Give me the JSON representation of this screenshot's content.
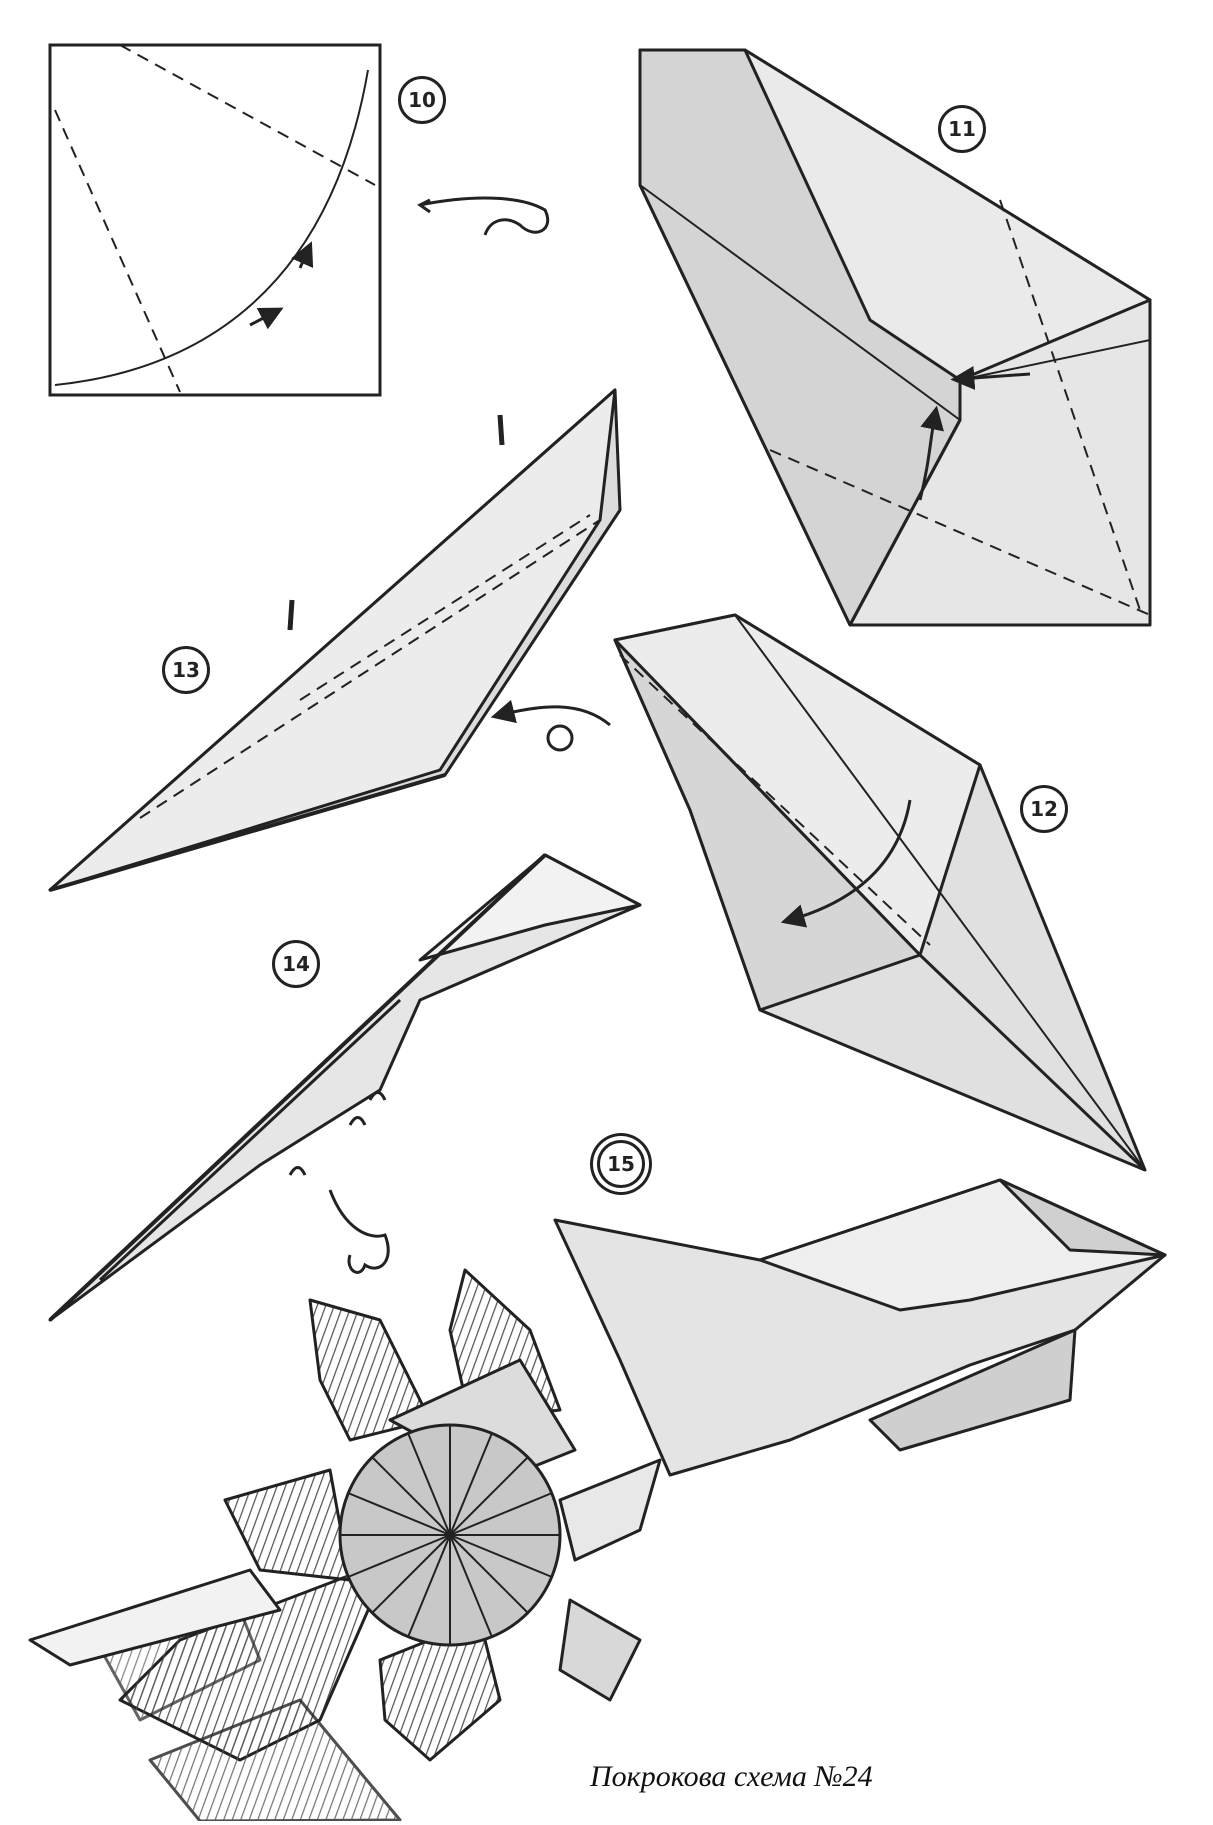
{
  "steps": [
    {
      "number": "10"
    },
    {
      "number": "11"
    },
    {
      "number": "12"
    },
    {
      "number": "13"
    },
    {
      "number": "14"
    },
    {
      "number": "15"
    }
  ],
  "caption": "Покрокова схема №24"
}
